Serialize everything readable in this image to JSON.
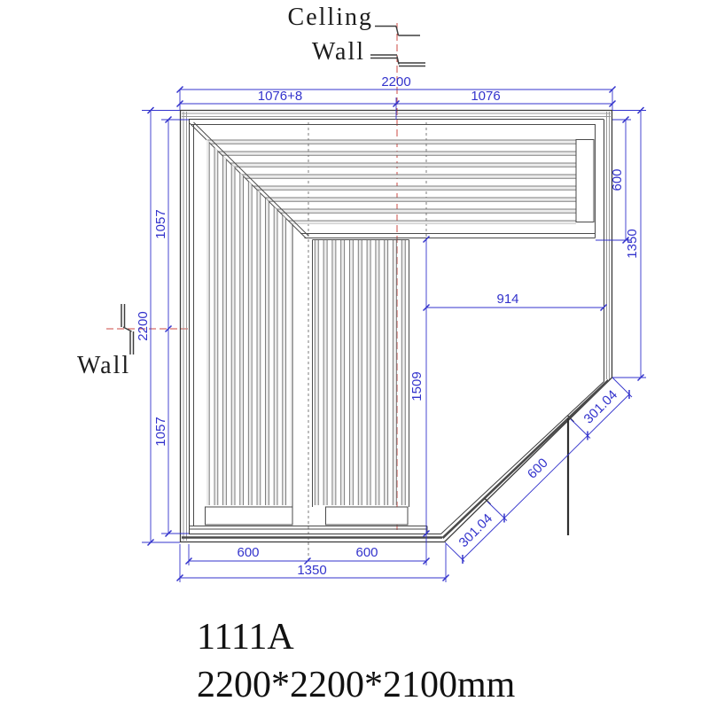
{
  "annotations": {
    "ceiling_label": "Celling",
    "wall_label_top": "Wall",
    "wall_label_left": "Wall"
  },
  "dimensions": {
    "top": {
      "total": "2200",
      "left_half": "1076+8",
      "right_half": "1076"
    },
    "left": {
      "total": "2200",
      "upper": "1057",
      "lower": "1057"
    },
    "right": {
      "bench_depth": "600",
      "wall_length": "1350"
    },
    "interior": {
      "width": "914",
      "depth": "1509"
    },
    "bottom": {
      "bench_left": "600",
      "bench_right": "600",
      "total": "1350"
    },
    "diagonal": {
      "upper_panel": "301.04",
      "door": "600",
      "lower_panel": "301.04"
    }
  },
  "title": {
    "model": "1111A",
    "overall_size": "2200*2200*2100mm"
  },
  "colors": {
    "dimension_blue": "#3333cc",
    "centerline_red": "#cc4943",
    "drawing_line": "#3a3a3a",
    "background": "#ffffff"
  }
}
